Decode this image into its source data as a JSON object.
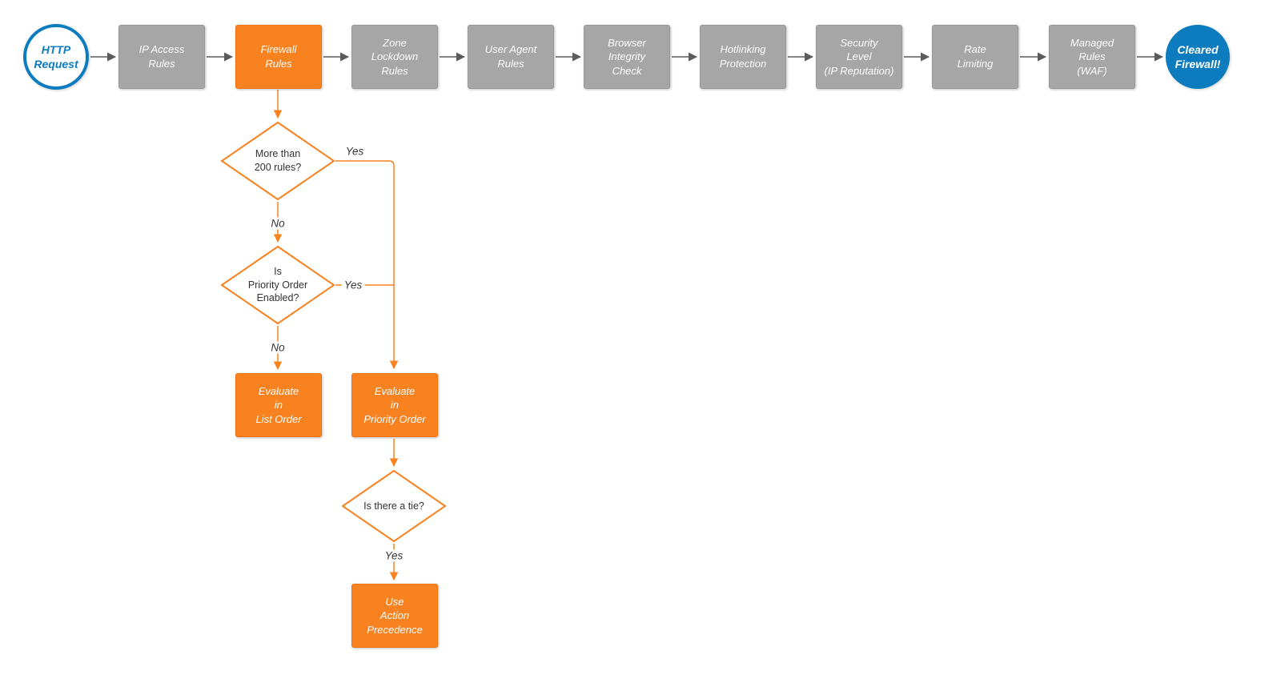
{
  "diagram": {
    "start": {
      "label": "HTTP\nRequest"
    },
    "end": {
      "label": "Cleared\nFirewall!"
    },
    "steps": [
      {
        "label": "IP Access\nRules",
        "variant": "gray"
      },
      {
        "label": "Firewall\nRules",
        "variant": "orange"
      },
      {
        "label": "Zone\nLockdown\nRules",
        "variant": "gray"
      },
      {
        "label": "User Agent\nRules",
        "variant": "gray"
      },
      {
        "label": "Browser\nIntegrity\nCheck",
        "variant": "gray"
      },
      {
        "label": "Hotlinking\nProtection",
        "variant": "gray"
      },
      {
        "label": "Security\nLevel\n(IP Reputation)",
        "variant": "gray"
      },
      {
        "label": "Rate\nLimiting",
        "variant": "gray"
      },
      {
        "label": "Managed\nRules\n(WAF)",
        "variant": "gray"
      }
    ],
    "decisions": {
      "more_than_200": "More than\n200 rules?",
      "priority_enabled": "Is\nPriority Order\nEnabled?",
      "tie": "Is there a tie?"
    },
    "actions": {
      "list_order": "Evaluate\nin\nList Order",
      "priority_order": "Evaluate\nin\nPriority Order",
      "action_precedence": "Use\nAction\nPrecedence"
    },
    "edge_labels": {
      "d1_yes": "Yes",
      "d1_no": "No",
      "d2_yes": "Yes",
      "d2_no": "No",
      "d3_yes": "Yes"
    },
    "colors": {
      "orange": "#F7821F",
      "gray": "#A6A6A6",
      "blue": "#0D7CBF",
      "connector": "#5B5B5B"
    }
  }
}
